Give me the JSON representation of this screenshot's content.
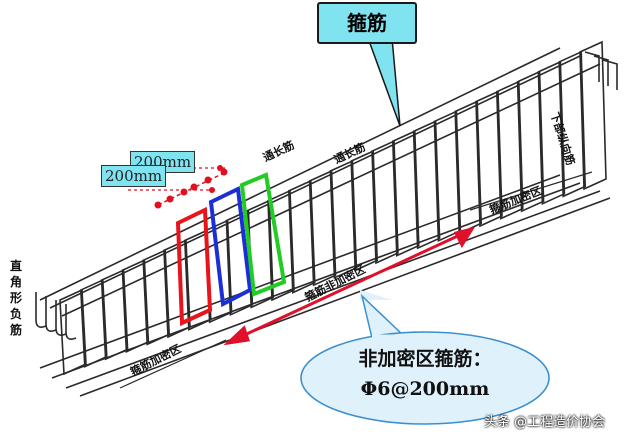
{
  "callout_top": "箍筋",
  "dimension_labels": [
    "200mm",
    "200mm"
  ],
  "rebar_labels": {
    "top_left": "通长筋",
    "top_mid": "通长筋",
    "bottom_right": "下部纵向筋",
    "left_vertical": "直角形负筋"
  },
  "zone_labels": {
    "dense_left": "箍筋加密区",
    "nondense": "箍筋非加密区",
    "dense_right": "箍筋加密区"
  },
  "oval_callout": {
    "line1": "非加密区箍筋：",
    "line2": "Φ6@200mm"
  },
  "watermark": "头条 @工程造价协会",
  "colors": {
    "callout_fill": "#7fe3f0",
    "oval_fill": "#dff1fb",
    "stirrup_red": "#e8141b",
    "stirrup_blue": "#1c2fd6",
    "stirrup_green": "#22cc22",
    "arrow_red": "#e0102a",
    "marker_red": "#e01020"
  }
}
